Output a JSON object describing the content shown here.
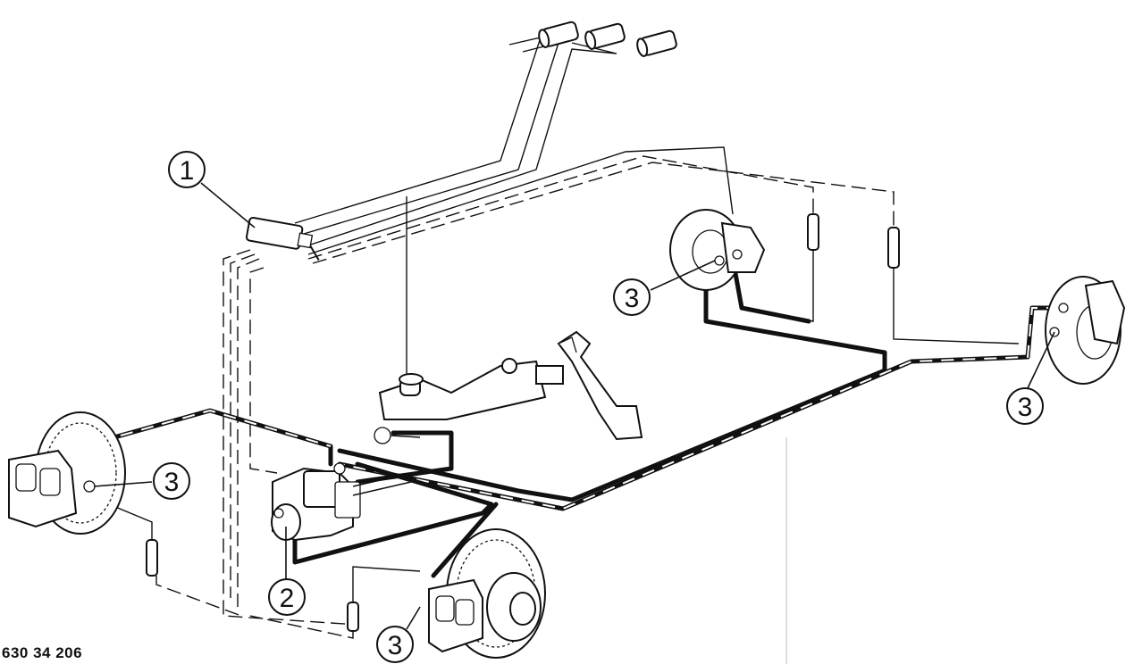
{
  "diagram": {
    "reference_code": "630 34 206",
    "callouts": [
      {
        "id": "c1",
        "label": "1"
      },
      {
        "id": "c2",
        "label": "2"
      },
      {
        "id": "c3a",
        "label": "3"
      },
      {
        "id": "c3b",
        "label": "3"
      },
      {
        "id": "c3c",
        "label": "3"
      },
      {
        "id": "c3d",
        "label": "3"
      }
    ],
    "colors": {
      "line": "#111111",
      "background": "#ffffff"
    }
  }
}
